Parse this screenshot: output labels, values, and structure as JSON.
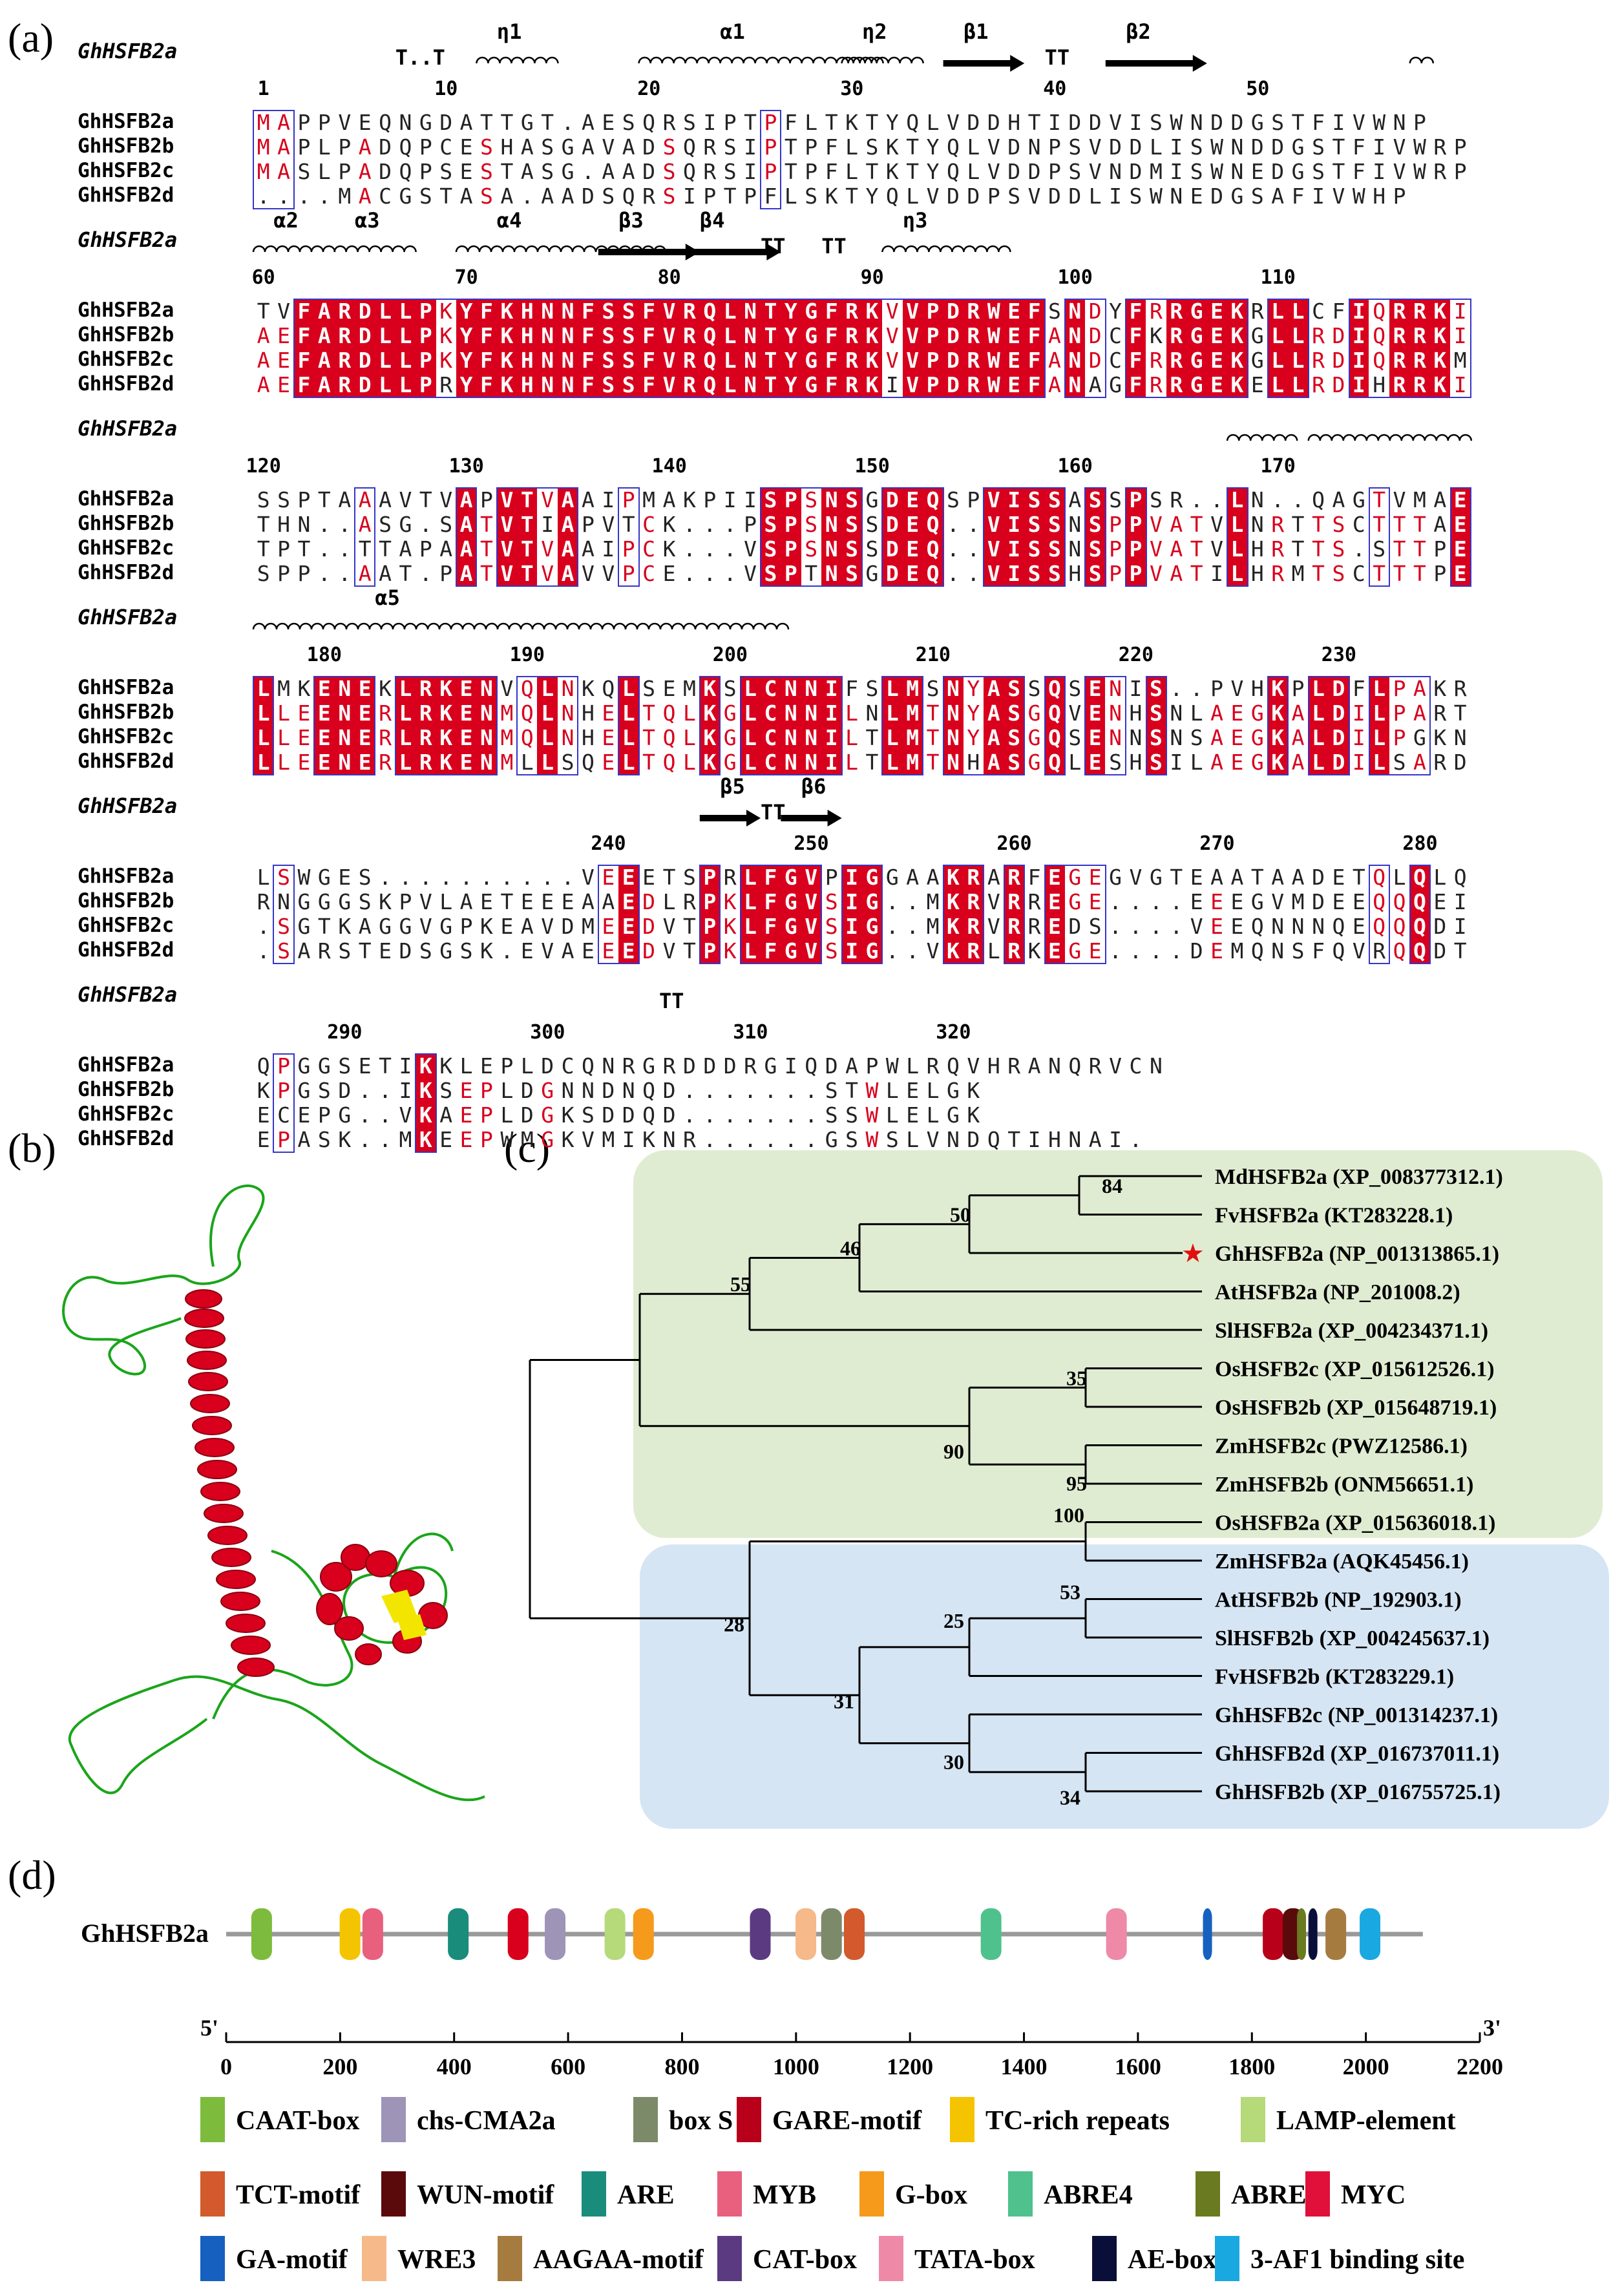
{
  "labels": {
    "a": "(a)",
    "b": "(b)",
    "c": "(c)",
    "d": "(d)"
  },
  "alignment": {
    "ss_name": "GhHSFB2a",
    "names": [
      "GhHSFB2a",
      "GhHSFB2b",
      "GhHSFB2c",
      "GhHSFB2d"
    ],
    "blocks": [
      {
        "ss": [
          {
            "t": "T..T",
            "col": 7
          },
          {
            "t": "η1",
            "col": 12
          },
          {
            "t": "α1",
            "col": 23
          },
          {
            "t": "η2",
            "col": 30
          },
          {
            "t": "β1",
            "col": 35
          },
          {
            "t": "TT",
            "col": 39
          },
          {
            "t": "β2",
            "col": 43
          }
        ],
        "ticks": [
          {
            "n": "1",
            "col": 0
          },
          {
            "n": "10",
            "col": 9
          },
          {
            "n": "20",
            "col": 19
          },
          {
            "n": "30",
            "col": 29
          },
          {
            "n": "40",
            "col": 39
          },
          {
            "n": "50",
            "col": 49
          }
        ],
        "seqs": [
          "MAPPVEQNGDATTGT.AESQRSIPTPFLTKTYQLVDDHTIDDVISWNDDGSTFIVWNP",
          "MAPLPADQPCESHASGAVADSQRSIPTPFLSKTYQLVDNPSVDDLISWNDDGSTFIVWRP",
          "MASLPADQPSESTASG.AADSQRSIPTPFLTKTYQLVDDPSVNDMISWNEDGSTFIVWRP",
          "....MACGSTASA.AADSQRSIPTPFLSKTYQLVDDPSVDDLISWNEDGSAFIVWHP"
        ]
      },
      {
        "ss": [
          {
            "t": "α2",
            "col": 1
          },
          {
            "t": "α3",
            "col": 5
          },
          {
            "t": "α4",
            "col": 12
          },
          {
            "t": "β3",
            "col": 18
          },
          {
            "t": "β4",
            "col": 22
          },
          {
            "t": "TT",
            "col": 25
          },
          {
            "t": "TT",
            "col": 28
          },
          {
            "t": "η3",
            "col": 32
          }
        ],
        "ticks": [
          {
            "n": "60",
            "col": 0
          },
          {
            "n": "70",
            "col": 10
          },
          {
            "n": "80",
            "col": 20
          },
          {
            "n": "90",
            "col": 30
          },
          {
            "n": "100",
            "col": 40
          },
          {
            "n": "110",
            "col": 50
          }
        ],
        "seqs": [
          "TVFARDLLPKYFKHNNFSSFVRQLNTYGFRKVVPDRWEFSNDYFRRGEKRLLCFIQRRKI",
          "AEFARDLLPKYFKHNNFSSFVRQLNTYGFRKVVPDRWEFANDCFKRGEKGLLRDIQRRKI",
          "AEFARDLLPKYFKHNNFSSFVRQLNTYGFRKVVPDRWEFANDCFRRGEKGLLRDIQRRKM",
          "AEFARDLLPRYFKHNNFSSFVRQLNTYGFRKIVPDRWEFANAGFRRGEKELLRDIHRRKI"
        ]
      },
      {
        "ss": [],
        "ticks": [
          {
            "n": "120",
            "col": 0
          },
          {
            "n": "130",
            "col": 10
          },
          {
            "n": "140",
            "col": 20
          },
          {
            "n": "150",
            "col": 30
          },
          {
            "n": "160",
            "col": 40
          },
          {
            "n": "170",
            "col": 50
          }
        ],
        "seqs": [
          "SSPTAAAVTVAPVTVAAIPMAKPIISPSNSGDEQSPVISSASSPSR..LN..QAGTVMAE",
          "THN..ASG.SATVTIAPVTCK...PSPSNSSDEQ..VISSNSPPVATVLNRTTSCTTTAE",
          "TPT..TTAPAATVTVAAIPCK...VSPSNSSDEQ..VISSNSPPVATVLHRTTS.STTPE",
          "SPP..AAT.PATVTVAVVPCE...VSPTNSGDEQ..VISSHSPPVATILHRMTSCTTTPE"
        ]
      },
      {
        "ss": [
          {
            "t": "α5",
            "col": 6
          }
        ],
        "ticks": [
          {
            "n": "180",
            "col": 3
          },
          {
            "n": "190",
            "col": 13
          },
          {
            "n": "200",
            "col": 23
          },
          {
            "n": "210",
            "col": 33
          },
          {
            "n": "220",
            "col": 43
          },
          {
            "n": "230",
            "col": 53
          }
        ],
        "seqs": [
          "LMKENEKLRKENVQLNKQLSEMKSLCNNIFSLMSNYASSQSENIS..PVHKPLDFLPAKR",
          "LLEENERLRKENMQLNHELTQLKGLCNNILNLMTNYASGQVENHSNLAEGKALDILPART",
          "LLEENERLRKENMQLNHELTQLKGLCNNILTLMTNYASGQSENNSNSAEGKALDILPGKN",
          "LLEENERLRKENMLLSQELTQLKGLCNNILTLMTNHASGQLESHSILAEGKALDILSARD"
        ]
      },
      {
        "ss": [
          {
            "t": "β5",
            "col": 23
          },
          {
            "t": "TT",
            "col": 25
          },
          {
            "t": "β6",
            "col": 27
          }
        ],
        "ticks": [
          {
            "n": "240",
            "col": 17
          },
          {
            "n": "250",
            "col": 27
          },
          {
            "n": "260",
            "col": 37
          },
          {
            "n": "270",
            "col": 47
          },
          {
            "n": "280",
            "col": 57
          }
        ],
        "seqs": [
          "LSWGES..........VEEETSPRLFGVPIGGAAKRARFEGEGVGTEAATAADETQLQLQ",
          "RNGGGSKPVLAETEEEAAEDLRPKLFGVSIG..MKRVRREGE....EEEGVMDEEQQQEI",
          ".SGTKAGGVGPKEAVDMEEDVTPKLFGVSIG..MKRVRREDS....VEEQNNNQEQQQDI",
          ".SARSTEDSGSK.EVAEEEDVTPKLFGVSIG..VKRLRKEGE....DEMQNSFQVRQQDT"
        ]
      },
      {
        "ss": [
          {
            "t": "TT",
            "col": 20
          }
        ],
        "ticks": [
          {
            "n": "290",
            "col": 4
          },
          {
            "n": "300",
            "col": 14
          },
          {
            "n": "310",
            "col": 24
          },
          {
            "n": "320",
            "col": 34
          }
        ],
        "seqs": [
          "QPGGSETIKKLEPLDCQNRGRDDDRGIQDAPWLRQVHRANQRVCN",
          "KPGSD..IKSEPLDGNNDNQD.......STWLELGK",
          "ECEPG..VKAEPLDGKSDDQD.......SSWLELGK",
          "EPASK..MKEEPWMGKVMIKNR......GSWSLVNDQTIHNAI."
        ]
      }
    ]
  },
  "tree": {
    "taxa": [
      "MdHSFB2a (XP_008377312.1)",
      "FvHSFB2a (KT283228.1)",
      "GhHSFB2a (NP_001313865.1)",
      "AtHSFB2a (NP_201008.2)",
      "SlHSFB2a (XP_004234371.1)",
      "OsHSFB2c (XP_015612526.1)",
      "OsHSFB2b (XP_015648719.1)",
      "ZmHSFB2c (PWZ12586.1)",
      "ZmHSFB2b (ONM56651.1)",
      "OsHSFB2a (XP_015636018.1)",
      "ZmHSFB2a (AQK45456.1)",
      "AtHSFB2b (NP_192903.1)",
      "SlHSFB2b (XP_004245637.1)",
      "FvHSFB2b (KT283229.1)",
      "GhHSFB2c (NP_001314237.1)",
      "GhHSFB2d (XP_016737011.1)",
      "GhHSFB2b (XP_016755725.1)"
    ],
    "bootstrap": [
      "84",
      "50",
      "46",
      "55",
      "35",
      "90",
      "95",
      "100",
      "53",
      "25",
      "28",
      "31",
      "30",
      "34"
    ],
    "star": "★"
  },
  "promoter": {
    "gene": "GhHSFB2a",
    "five": "5'",
    "three": "3'",
    "ticks": [
      "0",
      "200",
      "400",
      "600",
      "800",
      "1000",
      "1200",
      "1400",
      "1600",
      "1800",
      "2000",
      "2200"
    ],
    "max": 2200,
    "gene_end": 2100,
    "elements": [
      {
        "pos": 60,
        "color": "#7dbb3c"
      },
      {
        "pos": 215,
        "color": "#f5c400"
      },
      {
        "pos": 255,
        "color": "#e8607e"
      },
      {
        "pos": 405,
        "color": "#1a8c7c"
      },
      {
        "pos": 510,
        "color": "#d8001c"
      },
      {
        "pos": 575,
        "color": "#9d94b8"
      },
      {
        "pos": 680,
        "color": "#b6d97a"
      },
      {
        "pos": 730,
        "color": "#f59a1a"
      },
      {
        "pos": 935,
        "color": "#5b3a82"
      },
      {
        "pos": 1015,
        "color": "#f5b98a"
      },
      {
        "pos": 1060,
        "color": "#7d8a6a"
      },
      {
        "pos": 1100,
        "color": "#d35a2c"
      },
      {
        "pos": 1340,
        "color": "#4fc18c"
      },
      {
        "pos": 1560,
        "color": "#ee8aa8"
      },
      {
        "pos": 1730,
        "color": "#1660c0"
      },
      {
        "pos": 1835,
        "color": "#b8001a"
      },
      {
        "pos": 1870,
        "color": "#5a0a0a"
      },
      {
        "pos": 1895,
        "color": "#6a7a20"
      },
      {
        "pos": 1915,
        "color": "#0a0f3a"
      },
      {
        "pos": 1945,
        "color": "#a67b40"
      },
      {
        "pos": 2005,
        "color": "#1aa8e0"
      }
    ],
    "legend": [
      {
        "label": "CAAT-box",
        "color": "#7dbb3c"
      },
      {
        "label": "chs-CMA2a",
        "color": "#9d94b8"
      },
      {
        "label": "box S",
        "color": "#7d8a6a"
      },
      {
        "label": "GARE-motif",
        "color": "#b8001a"
      },
      {
        "label": "TC-rich repeats",
        "color": "#f5c400"
      },
      {
        "label": "LAMP-element",
        "color": "#b6d97a"
      },
      {
        "label": "TCT-motif",
        "color": "#d35a2c"
      },
      {
        "label": "WUN-motif",
        "color": "#5a0a0a"
      },
      {
        "label": "ARE",
        "color": "#1a8c7c"
      },
      {
        "label": "MYB",
        "color": "#e8607e"
      },
      {
        "label": "G-box",
        "color": "#f59a1a"
      },
      {
        "label": "ABRE4",
        "color": "#4fc18c"
      },
      {
        "label": "ABRE",
        "color": "#6a7a20"
      },
      {
        "label": "MYC",
        "color": "#e0103a"
      },
      {
        "label": "GA-motif",
        "color": "#1660c0"
      },
      {
        "label": "WRE3",
        "color": "#f5b98a"
      },
      {
        "label": "AAGAA-motif",
        "color": "#a67b40"
      },
      {
        "label": "CAT-box",
        "color": "#5b3a82"
      },
      {
        "label": "TATA-box",
        "color": "#ee8aa8"
      },
      {
        "label": "AE-box",
        "color": "#0a0f3a"
      },
      {
        "label": "3-AF1 binding site",
        "color": "#1aa8e0"
      }
    ]
  }
}
